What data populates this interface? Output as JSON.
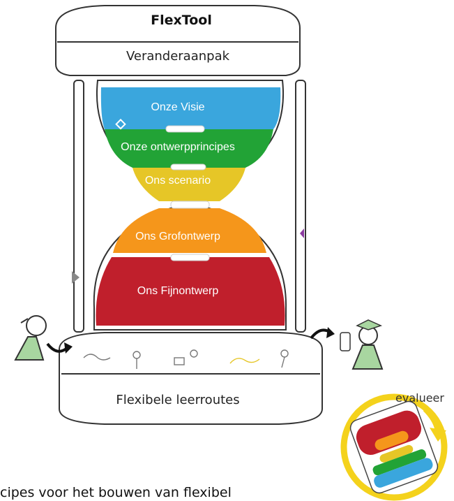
{
  "diagram": {
    "title": "FlexTool",
    "subtitle": "Veranderaanpak",
    "segments": [
      {
        "label": "Onze Visie",
        "color": "#3aa6dd"
      },
      {
        "label": "Onze ontwerpprincipes",
        "color": "#22a336"
      },
      {
        "label": "Ons scenario",
        "color": "#e6c627"
      },
      {
        "label": "Ons Grofontwerp",
        "color": "#f5961b"
      },
      {
        "label": "Ons Fijnontwerp",
        "color": "#c01f2c"
      }
    ],
    "base_label": "Flexibele leerroutes",
    "evaluate_label": "evalueer",
    "footer_text": "cipes voor het bouwen van flexibel"
  }
}
